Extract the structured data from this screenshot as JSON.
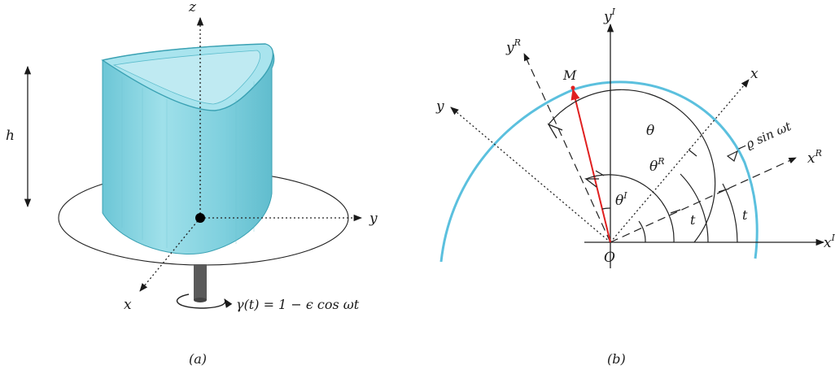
{
  "panel_a": {
    "caption": "(a)",
    "axis_z": "z",
    "axis_y": "y",
    "axis_x": "x",
    "height_label": "h",
    "forcing_label": "γ(t) = 1 − ϵ cos ωt"
  },
  "panel_b": {
    "caption": "(b)",
    "axis_yI": {
      "base": "y",
      "sup": "I"
    },
    "axis_xI": {
      "base": "x",
      "sup": "I"
    },
    "axis_yR": {
      "base": "y",
      "sup": "R"
    },
    "axis_xR": {
      "base": "x",
      "sup": "R"
    },
    "axis_x": "x",
    "axis_y": "y",
    "origin": "O",
    "point": "M",
    "theta": "θ",
    "thetaR": {
      "base": "θ",
      "sup": "R"
    },
    "thetaI": {
      "base": "θ",
      "sup": "I"
    },
    "t1": "t",
    "t2": "t",
    "perturbation": "−ϱ sin ωt"
  },
  "colors": {
    "container": "#85d3e0",
    "container_dark": "#4fb3c5",
    "free_surface": "#5bc0de",
    "vector": "#e02020",
    "stick": "#555555"
  }
}
